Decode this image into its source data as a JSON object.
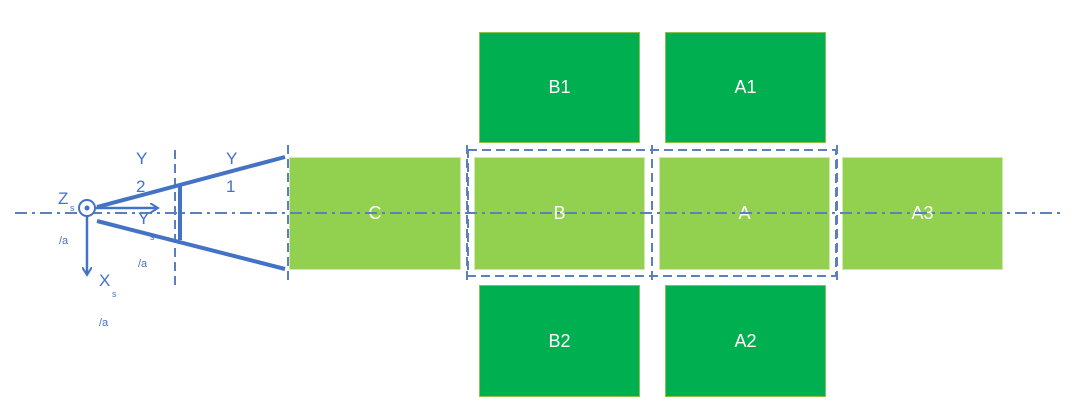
{
  "boxes": {
    "b1": "B1",
    "a1": "A1",
    "c": "C",
    "b": "B",
    "a": "A",
    "a3": "A3",
    "b2": "B2",
    "a2": "A2"
  },
  "axis_labels": {
    "y2_letter": "Y",
    "y2_sub": "2",
    "y1_letter": "Y",
    "y1_sub": "1",
    "zs_letter": "Z",
    "zs_sub": "s",
    "zs_unit": "/a",
    "ys_letter": "Y",
    "ys_sub": "s",
    "ys_unit": "/a",
    "xs_letter": "X",
    "xs_sub": "s",
    "xs_unit": "/a"
  },
  "colors": {
    "dark_green": "#00b050",
    "light_green": "#92d050",
    "line_blue": "#4472c4",
    "dash_gray": "#5b7fbf"
  }
}
